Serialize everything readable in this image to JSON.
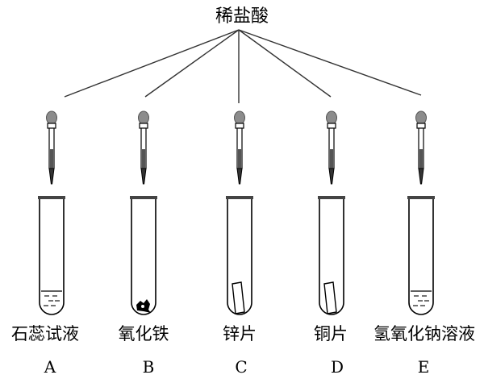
{
  "title": "稀盐酸",
  "tubes": [
    {
      "label": "石蕊试液",
      "letter": "A",
      "content": "liquid"
    },
    {
      "label": "氧化铁",
      "letter": "B",
      "content": "powder"
    },
    {
      "label": "锌片",
      "letter": "C",
      "content": "strip"
    },
    {
      "label": "铜片",
      "letter": "D",
      "content": "strip"
    },
    {
      "label": "氢氧化钠溶液",
      "letter": "E",
      "content": "liquid"
    }
  ],
  "colors": {
    "stroke": "#000000",
    "dropper_bulb": "#8c8c8c",
    "powder": "#000000"
  }
}
